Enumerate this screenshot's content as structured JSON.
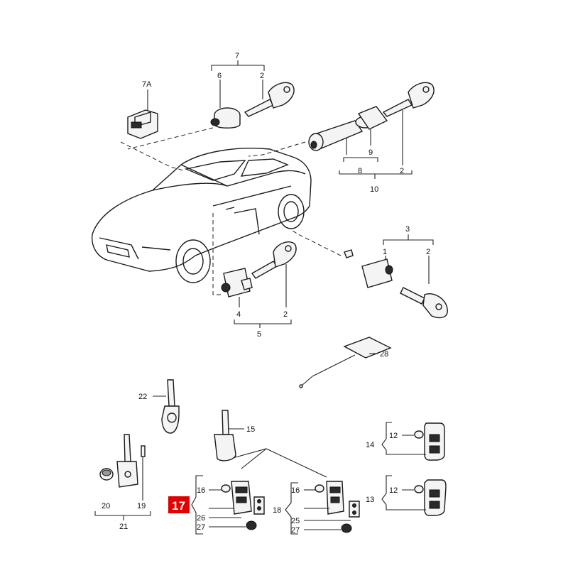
{
  "labels": {
    "l7": "7",
    "l6": "6",
    "l2a": "2",
    "l7a": "7A",
    "l9": "9",
    "l8": "8",
    "l2b": "2",
    "l10": "10",
    "l3": "3",
    "l1": "1",
    "l2c": "2",
    "l4": "4",
    "l2d": "2",
    "l5": "5",
    "l28": "28",
    "l22": "22",
    "l15": "15",
    "l21": "21",
    "l20": "20",
    "l19": "19",
    "l16a": "16",
    "l26": "26",
    "l27a": "27",
    "l16b": "16",
    "l18": "18",
    "l25": "25",
    "l27b": "27",
    "l14": "14",
    "l12a": "12",
    "l13": "13",
    "l12b": "12"
  },
  "highlight": {
    "label": "17",
    "color": "#e00000"
  }
}
